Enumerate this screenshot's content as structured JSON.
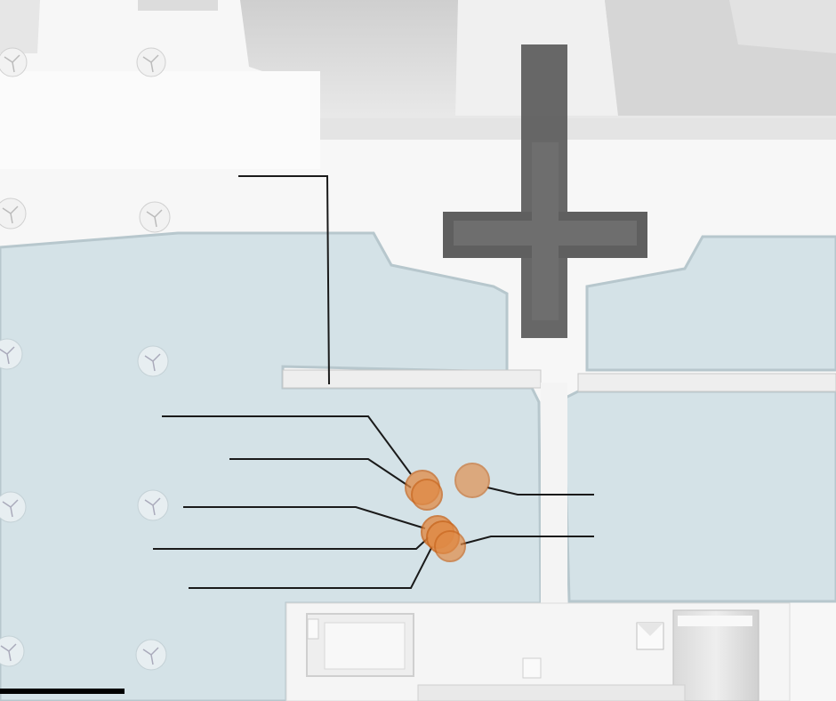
{
  "colors": {
    "background": "#f7f7f7",
    "water": "#d4e2e7",
    "water_edge": "#b7c7cd",
    "building": "#ececec",
    "building_shadow": "#c8c8c8",
    "plinth": "#5f5f5f",
    "marker_fill": "#e08a45",
    "marker_stroke": "#c9671f",
    "leader_line": "#1a1a1a",
    "scale_bar": "#000000"
  },
  "markers": {
    "count": 6,
    "shape": "circle"
  },
  "leader_lines": {
    "count": 7
  },
  "icons": [
    "tree-symbol-icon"
  ],
  "labels": []
}
